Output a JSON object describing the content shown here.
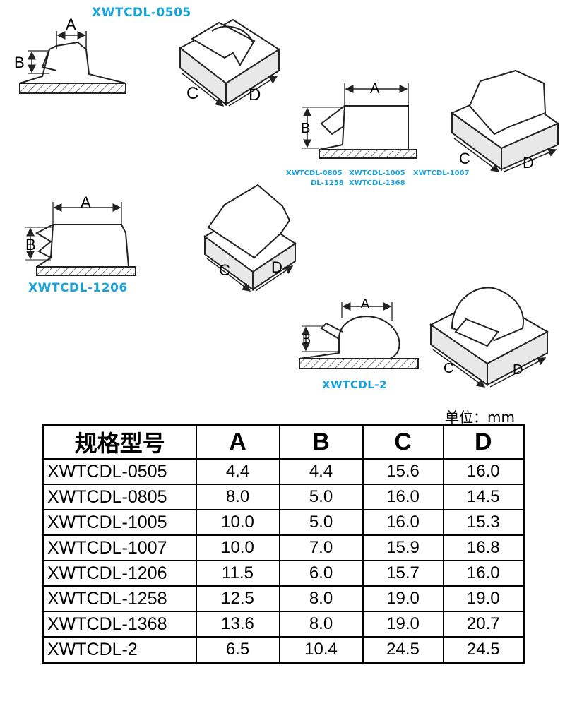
{
  "labels": {
    "model_0505": "XWTCDL-0505",
    "model_group_line1_a": "XWTCDL-0805",
    "model_group_line1_b": "XWTCDL-1005",
    "model_group_line1_c": "XWTCDL-1007",
    "model_group_line2_a": "DL-1258",
    "model_group_line2_b": "XWTCDL-1368",
    "model_1206": "XWTCDL-1206",
    "model_2": "XWTCDL-2",
    "dim_a": "A",
    "dim_b": "B",
    "dim_c": "C",
    "dim_d": "D"
  },
  "unit_note": "单位：mm",
  "table": {
    "headers": [
      "规格型号",
      "A",
      "B",
      "C",
      "D"
    ],
    "rows": [
      [
        "XWTCDL-0505",
        "4.4",
        "4.4",
        "15.6",
        "16.0"
      ],
      [
        "XWTCDL-0805",
        "8.0",
        "5.0",
        "16.0",
        "14.5"
      ],
      [
        "XWTCDL-1005",
        "10.0",
        "5.0",
        "16.0",
        "15.3"
      ],
      [
        "XWTCDL-1007",
        "10.0",
        "7.0",
        "15.9",
        "16.8"
      ],
      [
        "XWTCDL-1206",
        "11.5",
        "6.0",
        "15.7",
        "16.0"
      ],
      [
        "XWTCDL-1258",
        "12.5",
        "8.0",
        "19.0",
        "19.0"
      ],
      [
        "XWTCDL-1368",
        "13.6",
        "8.0",
        "19.0",
        "20.7"
      ],
      [
        "XWTCDL-2",
        "6.5",
        "10.4",
        "24.5",
        "24.5"
      ]
    ]
  },
  "colors": {
    "model_label": "#1aa3d9",
    "line": "#222222",
    "hatch": "#444444"
  }
}
